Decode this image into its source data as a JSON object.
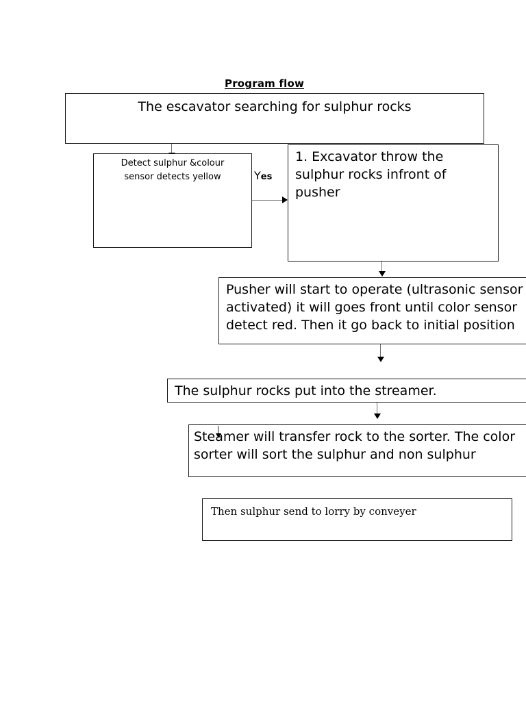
{
  "title": "Program flow",
  "nodes": {
    "start": {
      "label": "The escavator searching for sulphur rocks"
    },
    "detect": {
      "label": "Detect sulphur &colour\nsensor detects yellow"
    },
    "throw": {
      "label": "1. Excavator throw the sulphur rocks infront of pusher"
    },
    "pusher": {
      "label": "Pusher will start to operate (ultrasonic sensor activated) it will goes front until color sensor detect red. Then it go back to initial position"
    },
    "streamer": {
      "label": "The sulphur rocks put into the streamer."
    },
    "sorter": {
      "label": "Steamer will transfer rock to the sorter. The color sorter will sort the sulphur and non sulphur"
    },
    "lorry": {
      "label": "Then sulphur send to lorry by conveyer"
    }
  },
  "edges": {
    "yes_label_cap": "Y",
    "yes_label_rest": "es"
  },
  "icons": {
    "arrow_down": "arrow-down-icon",
    "arrow_right": "arrow-right-icon"
  },
  "colors": {
    "background": "#ffffff",
    "box_border": "#1a1a1a",
    "connector": "#6e6e6e",
    "arrow_head": "#000000",
    "text": "#000000"
  }
}
